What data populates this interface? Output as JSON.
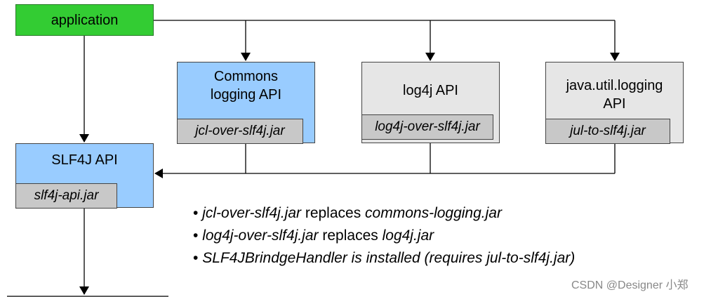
{
  "boxes": {
    "application": {
      "title": "application",
      "color": "#33cc33"
    },
    "slf4j": {
      "title": "SLF4J API",
      "jar": "slf4j-api.jar",
      "color": "#99ccff"
    },
    "jcl": {
      "title_line1": "Commons",
      "title_line2": "logging API",
      "jar": "jcl-over-slf4j.jar",
      "color": "#99ccff"
    },
    "log4j": {
      "title": "log4j API",
      "jar": "log4j-over-slf4j.jar",
      "color": "#e6e6e6"
    },
    "jul": {
      "title_line1": "java.util.logging",
      "title_line2": "API",
      "jar": "jul-to-slf4j.jar",
      "color": "#e6e6e6"
    }
  },
  "bullets": [
    {
      "prefix": "• ",
      "em": "jcl-over-slf4j.jar",
      "mid": " replaces ",
      "em2": "commons-logging.jar"
    },
    {
      "prefix": "• ",
      "em": "log4j-over-slf4j.jar",
      "mid": " replaces ",
      "em2": "log4j.jar"
    },
    {
      "prefix": "• ",
      "em": "SLF4JBrindgeHandler is installed (requires jul-to-slf4j.jar)",
      "mid": "",
      "em2": ""
    }
  ],
  "watermark": "CSDN @Designer 小郑"
}
